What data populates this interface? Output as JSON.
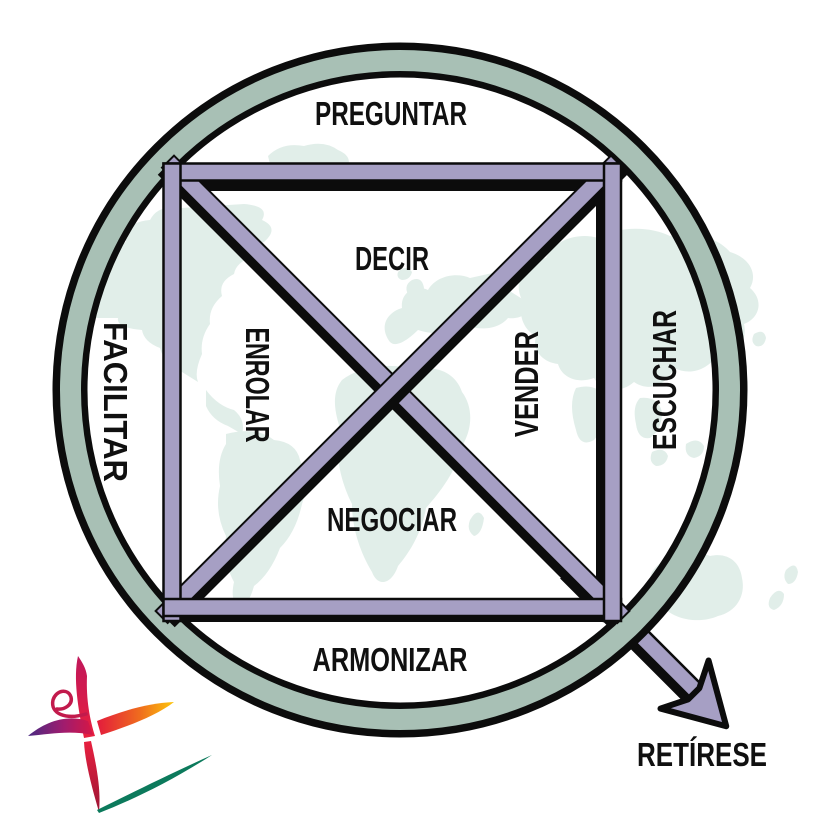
{
  "diagram": {
    "outer_labels": {
      "top": "PREGUNTAR",
      "left": "FACILITAR",
      "right": "ESCUCHAR",
      "bottom": "ARMONIZAR"
    },
    "inner_labels": {
      "top": "DECIR",
      "left": "ENROLAR",
      "right": "VENDER",
      "bottom": "NEGOCIAR"
    },
    "exit_label": "RETÍRESE"
  },
  "colors": {
    "ring": "#a8c0b5",
    "bar": "#a69fc4",
    "outline": "#0c0c0c",
    "map": "#e1eee9",
    "text": "#101010",
    "logo_green": "#0c7a5c",
    "logo_crimson": "#d6184a",
    "logo_purple": "#4a2a82",
    "logo_orange": "#ef6b1e",
    "logo_yellow": "#fdc60b"
  },
  "icons": {
    "exit_arrow": "arrow-down-right",
    "logo": "star-figure-logo"
  }
}
